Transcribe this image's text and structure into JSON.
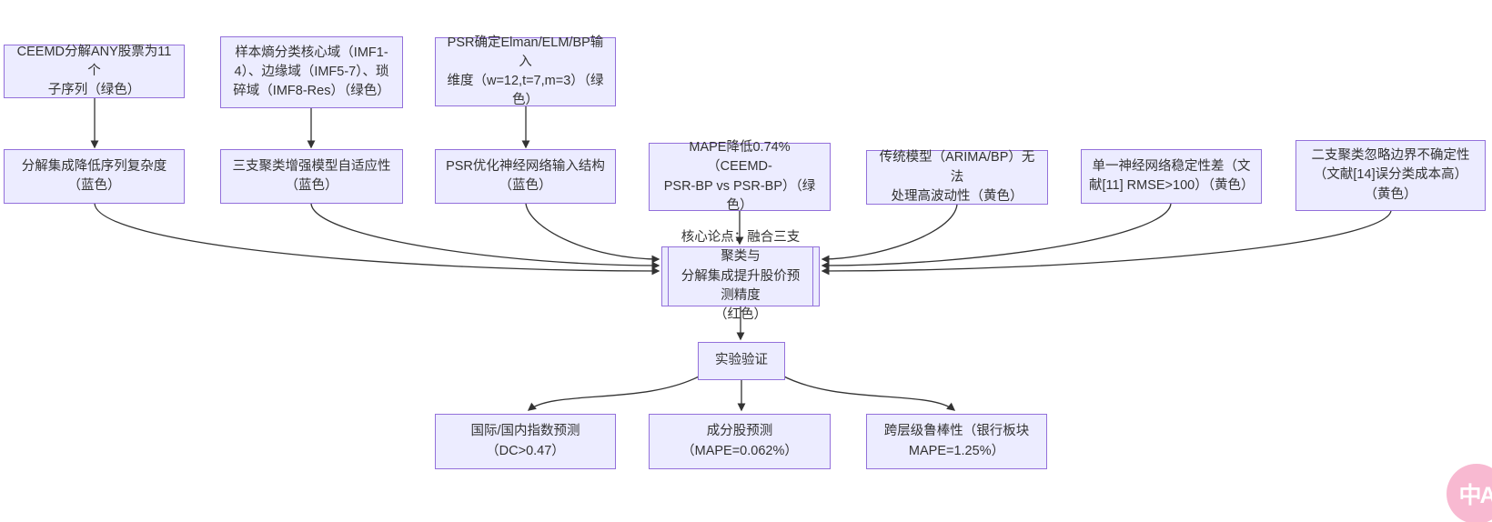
{
  "page": {
    "background": "#ffffff"
  },
  "diagram": {
    "type": "flowchart",
    "direction": "top-down",
    "style": {
      "node_fill": "#ECECFF",
      "node_border": "#9370DB",
      "edge_color": "#333333",
      "text_color": "#333333"
    },
    "nodes": [
      {
        "id": "ceemd-decompose",
        "label": "CEEMD分解ANY股票为11个\n子序列（绿色）"
      },
      {
        "id": "sample-entropy-domains",
        "label": "样本熵分类核心域（IMF1-\n4）、边缘域（IMF5-7）、琐\n碎域（IMF8-Res）（绿色）"
      },
      {
        "id": "psr-input-dimension",
        "label": "PSR确定Elman/ELM/BP输入\n维度（w=12,t=7,m=3）（绿\n色）"
      },
      {
        "id": "decompose-complexity",
        "label": "分解集成降低序列复杂度\n（蓝色）"
      },
      {
        "id": "three-way-adaptivity",
        "label": "三支聚类增强模型自适应性\n（蓝色）"
      },
      {
        "id": "psr-input-structure",
        "label": "PSR优化神经网络输入结构\n（蓝色）"
      },
      {
        "id": "mape-reduction",
        "label": "MAPE降低0.74%（CEEMD-\nPSR-BP vs PSR-BP）（绿\n色）"
      },
      {
        "id": "traditional-model-limitation",
        "label": "传统模型（ARIMA/BP）无法\n处理高波动性（黄色）"
      },
      {
        "id": "single-nn-instability",
        "label": "单一神经网络稳定性差（文\n献[11] RMSE>100）（黄色）"
      },
      {
        "id": "two-way-boundary-limitation",
        "label": "二支聚类忽略边界不确定性\n（文献[14]误分类成本高）\n（黄色）"
      },
      {
        "id": "core-thesis",
        "label": "核心论点：融合三支聚类与\n分解集成提升股价预测精度\n（红色）"
      },
      {
        "id": "experiment-validation",
        "label": "实验验证"
      },
      {
        "id": "index-forecast",
        "label": "国际/国内指数预测\n（DC>0.47）"
      },
      {
        "id": "constituent-forecast",
        "label": "成分股预测\n（MAPE=0.062%）"
      },
      {
        "id": "cross-level-robustness",
        "label": "跨层级鲁棒性（银行板块\nMAPE=1.25%）"
      }
    ],
    "edges": [
      {
        "from": "ceemd-decompose",
        "to": "decompose-complexity"
      },
      {
        "from": "sample-entropy-domains",
        "to": "three-way-adaptivity"
      },
      {
        "from": "psr-input-dimension",
        "to": "psr-input-structure"
      },
      {
        "from": "decompose-complexity",
        "to": "core-thesis"
      },
      {
        "from": "three-way-adaptivity",
        "to": "core-thesis"
      },
      {
        "from": "psr-input-structure",
        "to": "core-thesis"
      },
      {
        "from": "mape-reduction",
        "to": "core-thesis"
      },
      {
        "from": "traditional-model-limitation",
        "to": "core-thesis"
      },
      {
        "from": "single-nn-instability",
        "to": "core-thesis"
      },
      {
        "from": "two-way-boundary-limitation",
        "to": "core-thesis"
      },
      {
        "from": "core-thesis",
        "to": "experiment-validation"
      },
      {
        "from": "experiment-validation",
        "to": "index-forecast"
      },
      {
        "from": "experiment-validation",
        "to": "constituent-forecast"
      },
      {
        "from": "experiment-validation",
        "to": "cross-level-robustness"
      }
    ]
  },
  "translate_badge": {
    "label": "中A",
    "color": "#f8b9d1"
  }
}
